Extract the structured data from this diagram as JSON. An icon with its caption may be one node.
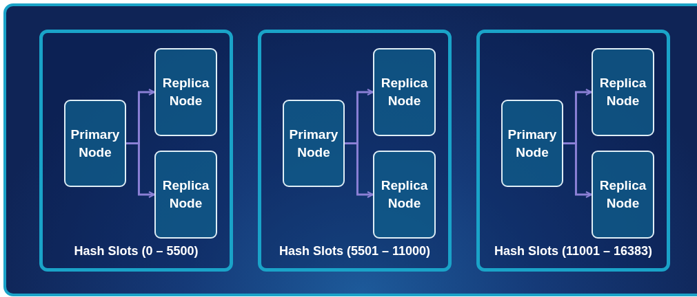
{
  "diagram": {
    "nodes": [
      {
        "text": [
          "Hash Slots (0 – 5500)"
        ]
      },
      {
        "text": [
          "Primary Node"
        ],
        "in": 0
      },
      {
        "text": [
          "Replica Node"
        ],
        "in": 0
      },
      {
        "text": [
          "Replica Node"
        ],
        "in": 0
      },
      {
        "text": [
          "Hash Slots (5501 – 11000)"
        ]
      },
      {
        "text": [
          "Primary Node"
        ],
        "in": 4
      },
      {
        "text": [
          "Replica Node"
        ],
        "in": 4
      },
      {
        "text": [
          "Replica Node"
        ],
        "in": 4
      },
      {
        "text": [
          "Hash Slots (11001 – 16383)"
        ]
      },
      {
        "text": [
          "Primary Node"
        ],
        "in": 8
      },
      {
        "text": [
          "Replica Node"
        ],
        "in": 8
      },
      {
        "text": [
          "Replica Node"
        ],
        "in": 8
      }
    ],
    "edges": [
      {
        "from": 1,
        "to": 2,
        "arrow": "to"
      },
      {
        "from": 1,
        "to": 3,
        "arrow": "to"
      },
      {
        "from": 5,
        "to": 6,
        "arrow": "to"
      },
      {
        "from": 5,
        "to": 7,
        "arrow": "to"
      },
      {
        "from": 9,
        "to": 10,
        "arrow": "to"
      },
      {
        "from": 9,
        "to": 11,
        "arrow": "to"
      }
    ]
  }
}
